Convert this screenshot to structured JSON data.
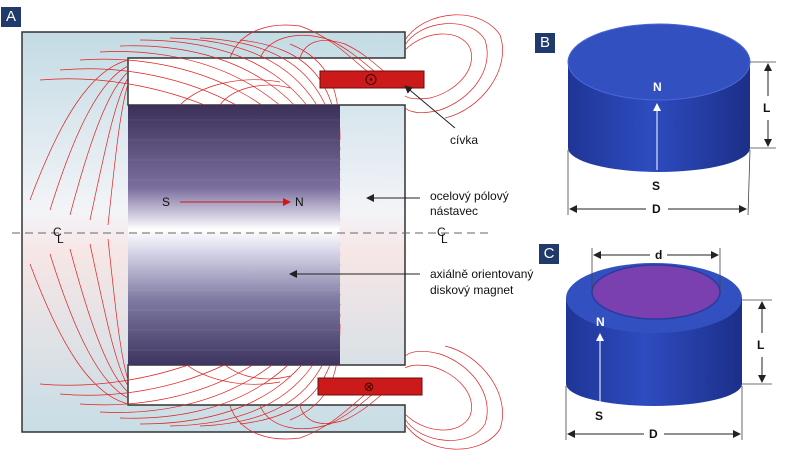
{
  "panels": {
    "a": "A",
    "b": "B",
    "c": "C"
  },
  "panel_a": {
    "coil_label": "cívka",
    "pole_piece_label_line1": "ocelový pólový",
    "pole_piece_label_line2": "nástavec",
    "magnet_label_line1": "axiálně orientovaný",
    "magnet_label_line2": "diskový magnet",
    "pole_s": "S",
    "pole_n": "N",
    "centerline_c": "C",
    "centerline_l": "L",
    "coil_top_symbol": "⊙",
    "coil_bottom_symbol": "⊗"
  },
  "panel_b": {
    "pole_n": "N",
    "pole_s": "S",
    "dim_l": "L",
    "dim_d": "D"
  },
  "panel_c": {
    "pole_n": "N",
    "pole_s": "S",
    "dim_l": "L",
    "dim_d": "D",
    "dim_inner": "d"
  },
  "colors": {
    "panel_tag_bg": "#1f3a6b",
    "steel_light": "#c7dde6",
    "magnet_dark": "#4a3d6a",
    "field_lines": "#e02020",
    "coil": "#cc1a1a",
    "disc_blue": "#2a44b0",
    "disc_top": "#3350c0",
    "ring_inner": "#7a40b0"
  }
}
